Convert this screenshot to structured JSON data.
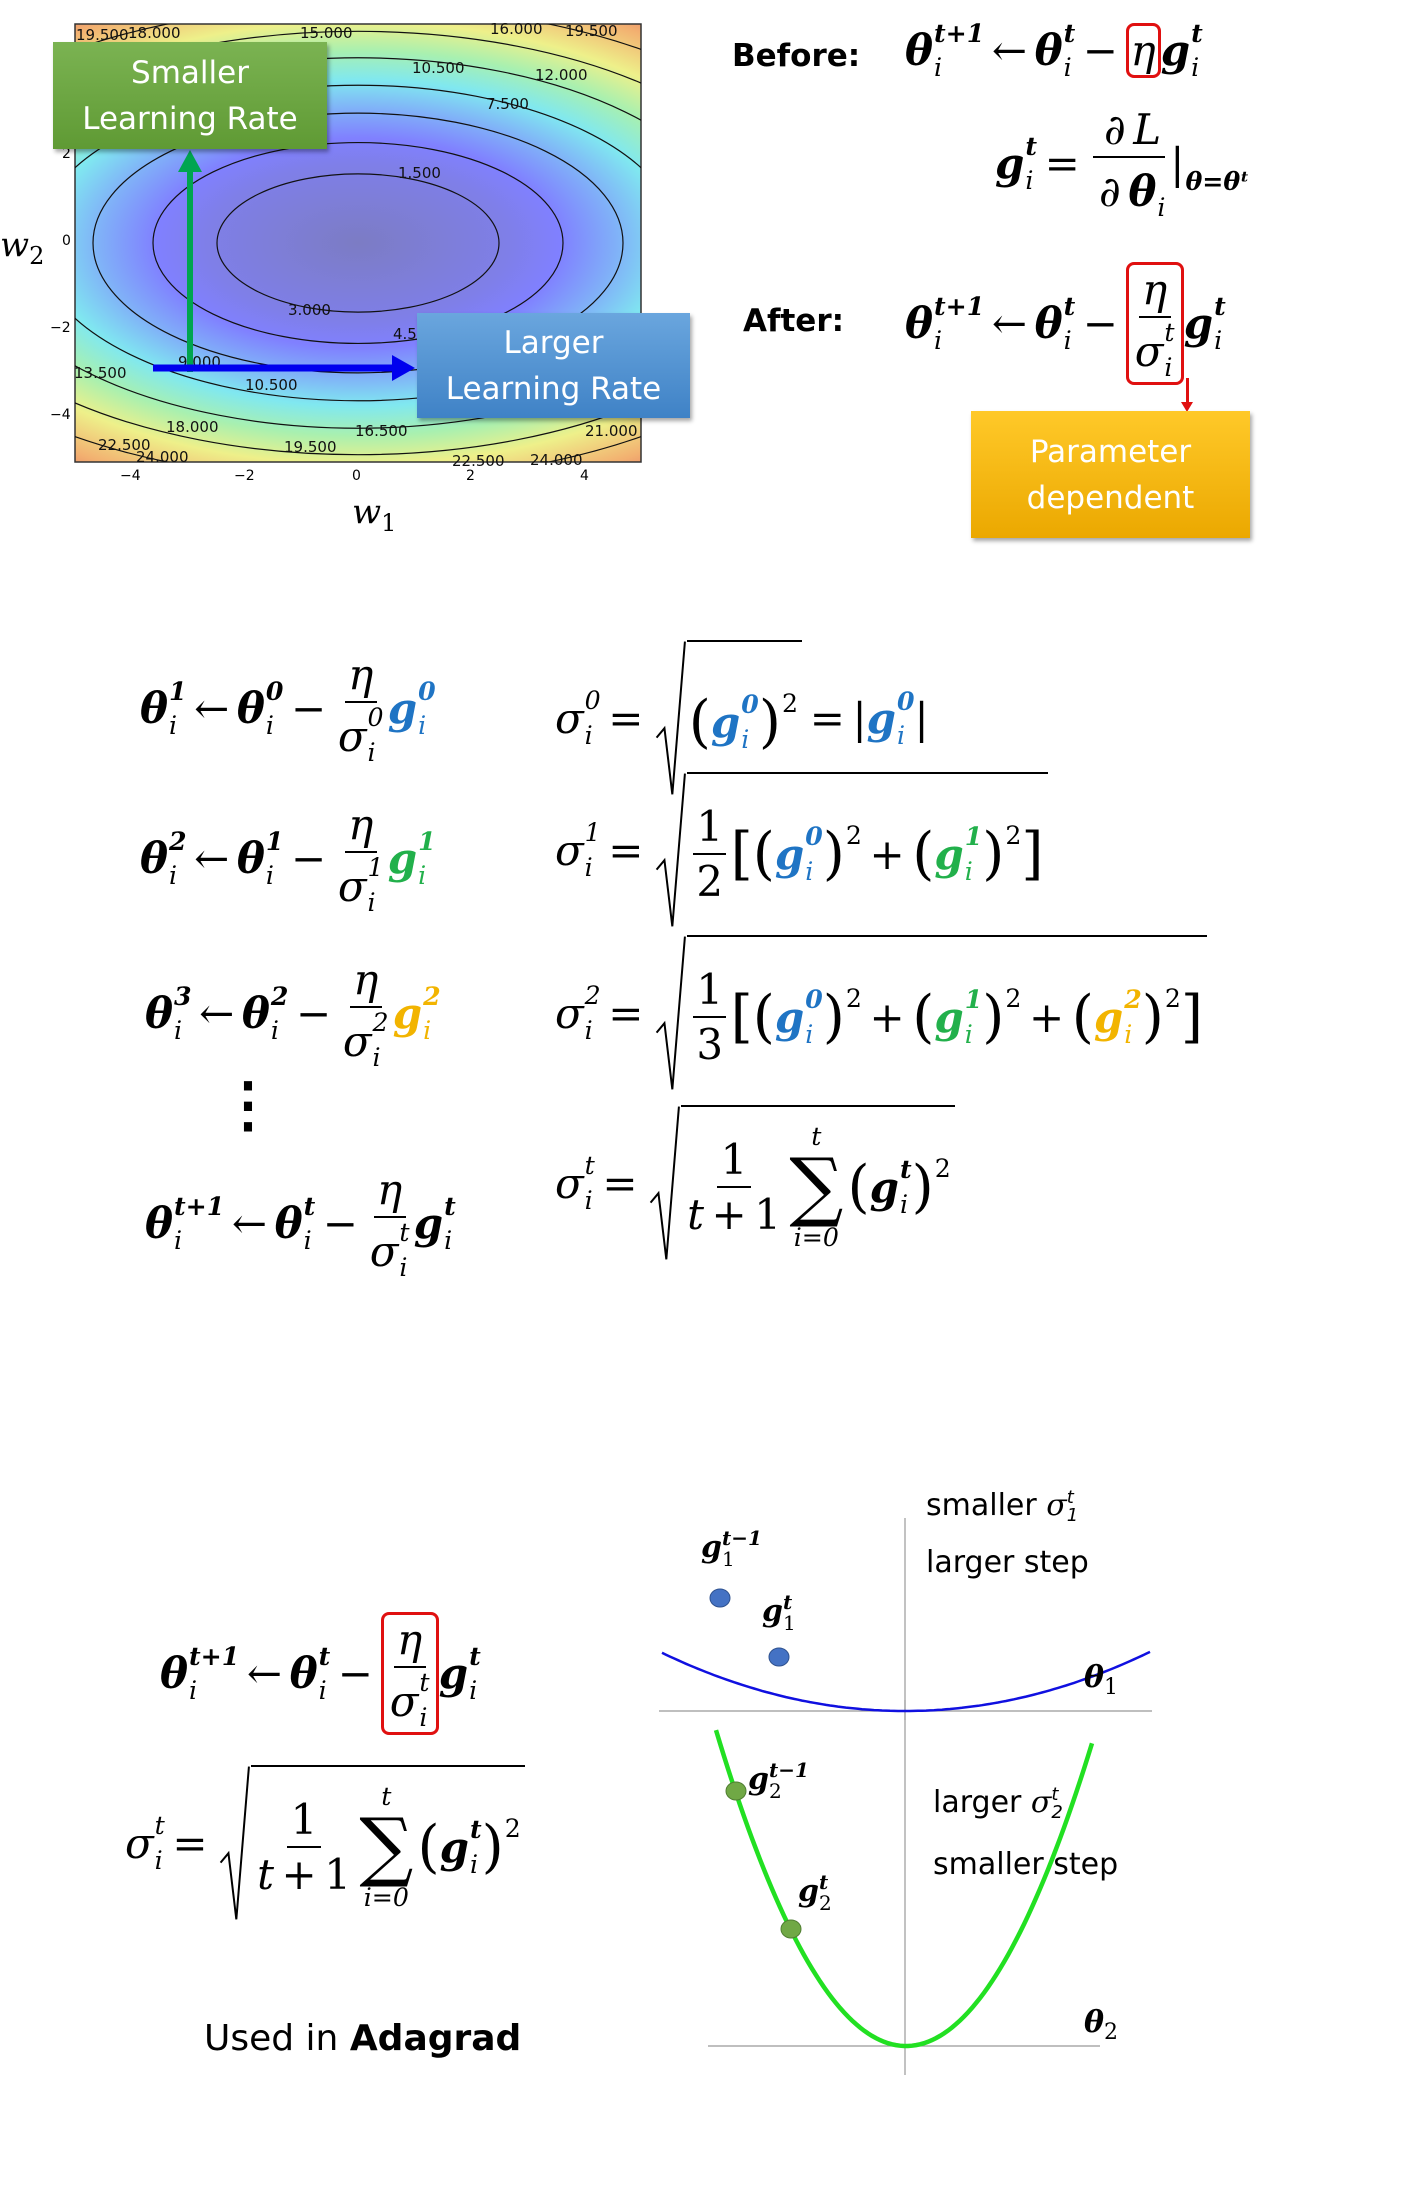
{
  "palette": {
    "b": "#1f74c4",
    "g": "#22b04b",
    "y": "#f2b400",
    "red": "#e01010",
    "green_box": "#6fa83e",
    "blue_box": "#4a8fd0",
    "orange_box": "#f5b400"
  },
  "contour": {
    "xlabel": "w",
    "xlabel_sub": "1",
    "ylabel": "w",
    "ylabel_sub": "2",
    "xticks": [
      "−4",
      "−2",
      "0",
      "2",
      "4"
    ],
    "yticks": [
      "2",
      "0",
      "−2",
      "−4"
    ],
    "levels": [
      "19.500",
      "18.000",
      "15.000",
      "16.000",
      "19.500",
      "10.500",
      "12.000",
      "7.500",
      "1.500",
      "3.000",
      "4.5",
      "9.000",
      "13.500",
      "10.500",
      "18.000",
      "16.500",
      "19.500",
      "22.500",
      "24.000",
      "21.000",
      "22.500",
      "24.000"
    ],
    "smaller": {
      "line1": "Smaller",
      "line2": "Learning Rate"
    },
    "larger": {
      "line1": "Larger",
      "line2": "Learning Rate"
    }
  },
  "before_label": "Before:",
  "after_label": "After:",
  "param_dep": {
    "line1": "Parameter",
    "line2": "dependent"
  },
  "formulas": {
    "before": [
      {
        "v": "θ",
        "b": 1,
        "sup": "t+1",
        "sub": "i"
      },
      "←",
      {
        "v": "θ",
        "b": 1,
        "sup": "t",
        "sub": "i"
      },
      "−",
      {
        "box": [
          {
            "v": "η"
          }
        ]
      },
      {
        "v": "g",
        "b": 1,
        "sup": "t",
        "sub": "i"
      }
    ],
    "grad": [
      {
        "v": "g",
        "b": 1,
        "sup": "t",
        "sub": "i"
      },
      "=",
      {
        "frac": [
          [
            "∂",
            {
              "v": "L"
            }
          ],
          [
            "∂",
            {
              "v": "θ",
              "b": 1,
              "sub": "i"
            }
          ]
        ]
      },
      {
        "n": "|",
        "sub": "θ=θᵗ",
        "sb": 1
      }
    ],
    "after": [
      {
        "v": "θ",
        "b": 1,
        "sup": "t+1",
        "sub": "i"
      },
      "←",
      {
        "v": "θ",
        "b": 1,
        "sup": "t",
        "sub": "i"
      },
      "−",
      {
        "box": [
          {
            "frac": [
              [
                {
                  "v": "η"
                }
              ],
              [
                {
                  "v": "σ",
                  "sup": "t",
                  "sub": "i"
                }
              ]
            ]
          }
        ]
      },
      {
        "v": "g",
        "b": 1,
        "sup": "t",
        "sub": "i"
      }
    ],
    "r1l": [
      {
        "v": "θ",
        "b": 1,
        "sup": "1",
        "sub": "i"
      },
      "←",
      {
        "v": "θ",
        "b": 1,
        "sup": "0",
        "sub": "i"
      },
      "−",
      {
        "frac": [
          [
            {
              "v": "η"
            }
          ],
          [
            {
              "v": "σ",
              "sup": "0",
              "sub": "i"
            }
          ]
        ]
      },
      {
        "v": "g",
        "b": 1,
        "sup": "0",
        "sub": "i",
        "c": "b"
      }
    ],
    "r1r": [
      {
        "v": "σ",
        "sup": "0",
        "sub": "i"
      },
      "=",
      {
        "sqrt": [
          {
            "big": "("
          },
          {
            "v": "g",
            "b": 1,
            "sup": "0",
            "sub": "i",
            "c": "b"
          },
          {
            "big": ")",
            "sup": "2"
          }
        ]
      },
      "=",
      {
        "n": "|"
      },
      {
        "v": "g",
        "b": 1,
        "sup": "0",
        "sub": "i",
        "c": "b"
      },
      {
        "n": "|"
      }
    ],
    "r2l": [
      {
        "v": "θ",
        "b": 1,
        "sup": "2",
        "sub": "i"
      },
      "←",
      {
        "v": "θ",
        "b": 1,
        "sup": "1",
        "sub": "i"
      },
      "−",
      {
        "frac": [
          [
            {
              "v": "η"
            }
          ],
          [
            {
              "v": "σ",
              "sup": "1",
              "sub": "i"
            }
          ]
        ]
      },
      {
        "v": "g",
        "b": 1,
        "sup": "1",
        "sub": "i",
        "c": "g"
      }
    ],
    "r2r": [
      {
        "v": "σ",
        "sup": "1",
        "sub": "i"
      },
      "=",
      {
        "sqrt": [
          {
            "frac": [
              [
                {
                  "n": "1"
                }
              ],
              [
                {
                  "n": "2"
                }
              ]
            ]
          },
          {
            "big": "["
          },
          {
            "big": "("
          },
          {
            "v": "g",
            "b": 1,
            "sup": "0",
            "sub": "i",
            "c": "b"
          },
          {
            "big": ")",
            "sup": "2"
          },
          "+",
          {
            "big": "("
          },
          {
            "v": "g",
            "b": 1,
            "sup": "1",
            "sub": "i",
            "c": "g"
          },
          {
            "big": ")",
            "sup": "2"
          },
          {
            "big": "]"
          }
        ]
      }
    ],
    "r3l": [
      {
        "v": "θ",
        "b": 1,
        "sup": "3",
        "sub": "i"
      },
      "←",
      {
        "v": "θ",
        "b": 1,
        "sup": "2",
        "sub": "i"
      },
      "−",
      {
        "frac": [
          [
            {
              "v": "η"
            }
          ],
          [
            {
              "v": "σ",
              "sup": "2",
              "sub": "i"
            }
          ]
        ]
      },
      {
        "v": "g",
        "b": 1,
        "sup": "2",
        "sub": "i",
        "c": "y"
      }
    ],
    "r3r": [
      {
        "v": "σ",
        "sup": "2",
        "sub": "i"
      },
      "=",
      {
        "sqrt": [
          {
            "frac": [
              [
                {
                  "n": "1"
                }
              ],
              [
                {
                  "n": "3"
                }
              ]
            ]
          },
          {
            "big": "["
          },
          {
            "big": "("
          },
          {
            "v": "g",
            "b": 1,
            "sup": "0",
            "sub": "i",
            "c": "b"
          },
          {
            "big": ")",
            "sup": "2"
          },
          "+",
          {
            "big": "("
          },
          {
            "v": "g",
            "b": 1,
            "sup": "1",
            "sub": "i",
            "c": "g"
          },
          {
            "big": ")",
            "sup": "2"
          },
          "+",
          {
            "big": "("
          },
          {
            "v": "g",
            "b": 1,
            "sup": "2",
            "sub": "i",
            "c": "y"
          },
          {
            "big": ")",
            "sup": "2"
          },
          {
            "big": "]"
          }
        ]
      }
    ],
    "dots": "⋮",
    "r4l": [
      {
        "v": "θ",
        "b": 1,
        "sup": "t+1",
        "sub": "i"
      },
      "←",
      {
        "v": "θ",
        "b": 1,
        "sup": "t",
        "sub": "i"
      },
      "−",
      {
        "frac": [
          [
            {
              "v": "η"
            }
          ],
          [
            {
              "v": "σ",
              "sup": "t",
              "sub": "i"
            }
          ]
        ]
      },
      {
        "v": "g",
        "b": 1,
        "sup": "t",
        "sub": "i"
      }
    ],
    "r4r": [
      {
        "v": "σ",
        "sup": "t",
        "sub": "i"
      },
      "=",
      {
        "sqrt": [
          {
            "frac": [
              [
                {
                  "n": "1"
                }
              ],
              [
                {
                  "v": "t"
                },
                "+",
                {
                  "n": "1"
                }
              ]
            ]
          },
          {
            "sum": {
              "top": "t",
              "bot": "i=0"
            }
          },
          {
            "big": "("
          },
          {
            "v": "g",
            "b": 1,
            "sup": "t",
            "sub": "i"
          },
          {
            "big": ")",
            "sup": "2"
          }
        ]
      }
    ],
    "bottom_update": [
      {
        "v": "θ",
        "b": 1,
        "sup": "t+1",
        "sub": "i"
      },
      "←",
      {
        "v": "θ",
        "b": 1,
        "sup": "t",
        "sub": "i"
      },
      "−",
      {
        "box": [
          {
            "frac": [
              [
                {
                  "v": "η"
                }
              ],
              [
                {
                  "v": "σ",
                  "sup": "t",
                  "sub": "i"
                }
              ]
            ]
          }
        ]
      },
      {
        "v": "g",
        "b": 1,
        "sup": "t",
        "sub": "i"
      }
    ],
    "bottom_sigma": [
      {
        "v": "σ",
        "sup": "t",
        "sub": "i"
      },
      "=",
      {
        "sqrt": [
          {
            "frac": [
              [
                {
                  "n": "1"
                }
              ],
              [
                {
                  "v": "t"
                },
                "+",
                {
                  "n": "1"
                }
              ]
            ]
          },
          {
            "sum": {
              "top": "t",
              "bot": "i=0"
            }
          },
          {
            "big": "("
          },
          {
            "v": "g",
            "b": 1,
            "sup": "t",
            "sub": "i"
          },
          {
            "big": ")",
            "sup": "2"
          }
        ]
      }
    ]
  },
  "adagrad": {
    "prefix": "Used in ",
    "name": "Adagrad"
  },
  "graphs": {
    "top": {
      "note1": "smaller",
      "note1_sym": "σ",
      "note1_sup": "t",
      "note1_sub": "1",
      "note2": "larger step",
      "axis": "θ",
      "axis_sub": "1",
      "p1": "g",
      "p1_sup": "t−1",
      "p1_sub": "1",
      "p2": "g",
      "p2_sup": "t",
      "p2_sub": "1"
    },
    "bottom": {
      "note1": "larger",
      "note1_sym": "σ",
      "note1_sup": "t",
      "note1_sub": "2",
      "note2": "smaller step",
      "axis": "θ",
      "axis_sub": "2",
      "p1": "g",
      "p1_sup": "t−1",
      "p1_sub": "2",
      "p2": "g",
      "p2_sup": "t",
      "p2_sub": "2"
    }
  }
}
